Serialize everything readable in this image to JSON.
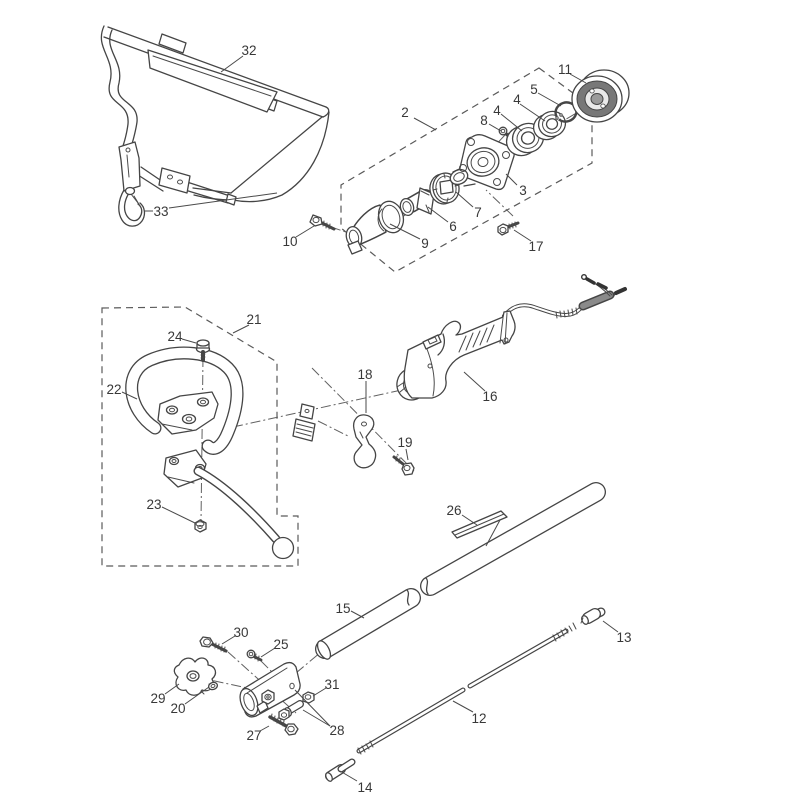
{
  "diagram": {
    "kind": "exploded-parts-diagram",
    "background": "#ffffff",
    "line_color": "#454545",
    "label_color": "#383838",
    "labels": [
      {
        "id": "2",
        "text": "2"
      },
      {
        "id": "3",
        "text": "3"
      },
      {
        "id": "4a",
        "text": "4"
      },
      {
        "id": "4b",
        "text": "4"
      },
      {
        "id": "5",
        "text": "5"
      },
      {
        "id": "6",
        "text": "6"
      },
      {
        "id": "7",
        "text": "7"
      },
      {
        "id": "8",
        "text": "8"
      },
      {
        "id": "9",
        "text": "9"
      },
      {
        "id": "10",
        "text": "10"
      },
      {
        "id": "11",
        "text": "11"
      },
      {
        "id": "12",
        "text": "12"
      },
      {
        "id": "13",
        "text": "13"
      },
      {
        "id": "14",
        "text": "14"
      },
      {
        "id": "15",
        "text": "15"
      },
      {
        "id": "16",
        "text": "16"
      },
      {
        "id": "17",
        "text": "17"
      },
      {
        "id": "18",
        "text": "18"
      },
      {
        "id": "19",
        "text": "19"
      },
      {
        "id": "20",
        "text": "20"
      },
      {
        "id": "21",
        "text": "21"
      },
      {
        "id": "22",
        "text": "22"
      },
      {
        "id": "23",
        "text": "23"
      },
      {
        "id": "24",
        "text": "24"
      },
      {
        "id": "25",
        "text": "25"
      },
      {
        "id": "26",
        "text": "26"
      },
      {
        "id": "27",
        "text": "27"
      },
      {
        "id": "28",
        "text": "28"
      },
      {
        "id": "29",
        "text": "29"
      },
      {
        "id": "30",
        "text": "30"
      },
      {
        "id": "31",
        "text": "31"
      },
      {
        "id": "32",
        "text": "32"
      },
      {
        "id": "33",
        "text": "33"
      }
    ]
  }
}
